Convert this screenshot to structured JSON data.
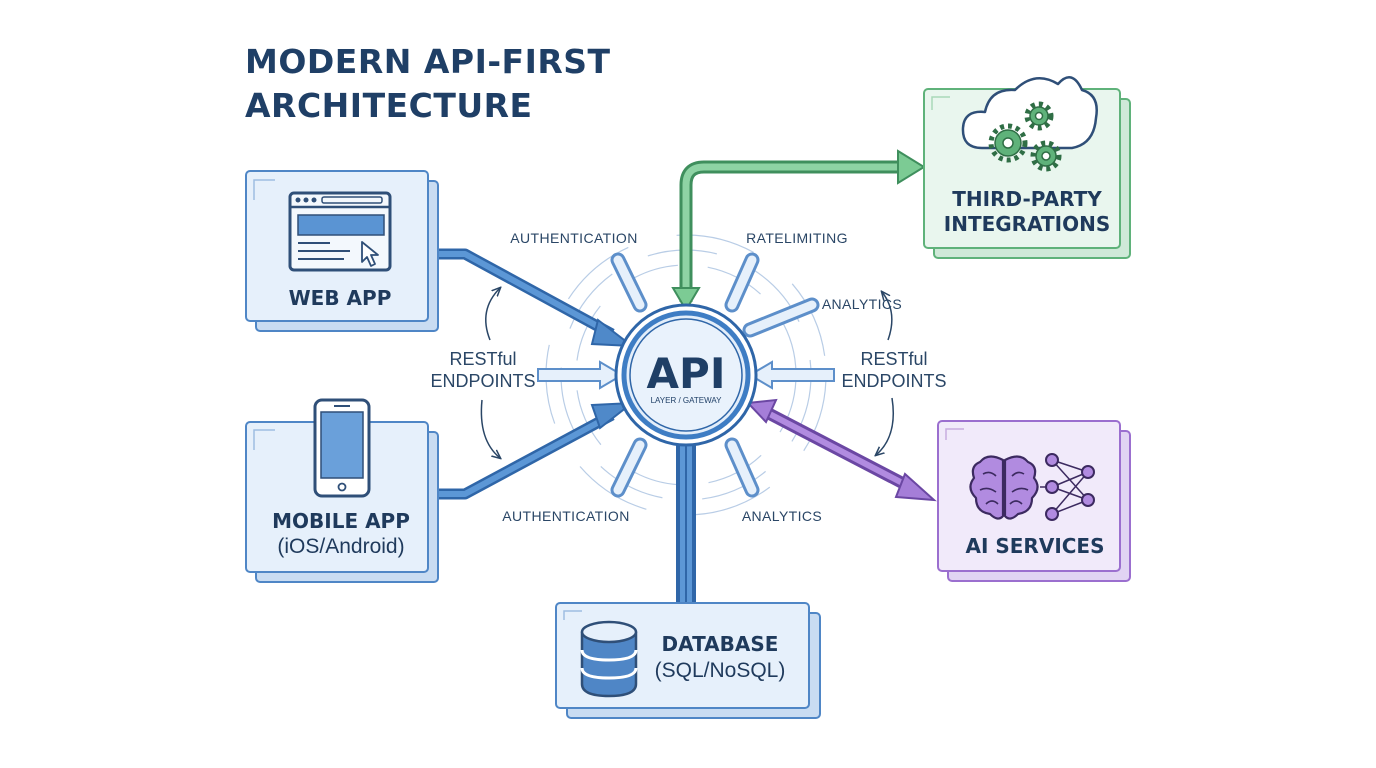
{
  "title": {
    "line1": "MODERN API-FIRST",
    "line2": "ARCHITECTURE"
  },
  "hub": {
    "main": "API",
    "sub": "LAYER / GATEWAY"
  },
  "nodes": {
    "web_app": {
      "label": "WEB APP"
    },
    "mobile_app": {
      "label": "MOBILE APP",
      "sub": "(iOS/Android)"
    },
    "third_party": {
      "line1": "THIRD-PARTY",
      "line2": "INTEGRATIONS"
    },
    "ai_services": {
      "label": "AI SERVICES"
    },
    "database": {
      "label": "DATABASE",
      "sub": "(SQL/NoSQL)"
    }
  },
  "spoke_labels": {
    "top_left": "AUTHENTICATION",
    "top_right": "RATELIMITING",
    "right_upper": "ANALYTICS",
    "bottom_left": "AUTHENTICATION",
    "bottom_right": "ANALYTICS"
  },
  "side_labels": {
    "left": {
      "line1": "RESTful",
      "line2": "ENDPOINTS"
    },
    "right": {
      "line1": "RESTful",
      "line2": "ENDPOINTS"
    }
  },
  "colors": {
    "title": "#1f3f66",
    "blue_accent": "#3e7dc4",
    "blue_fill": "#e6f0fb",
    "green_accent": "#5fb27a",
    "green_fill": "#e9f6ee",
    "purple_accent": "#9b6fcf",
    "purple_fill": "#f1eafa"
  },
  "icons": {
    "web_app": "browser-window-icon",
    "mobile_app": "smartphone-icon",
    "third_party": "cloud-gears-icon",
    "ai_services": "brain-network-icon",
    "database": "database-cylinder-icon"
  }
}
